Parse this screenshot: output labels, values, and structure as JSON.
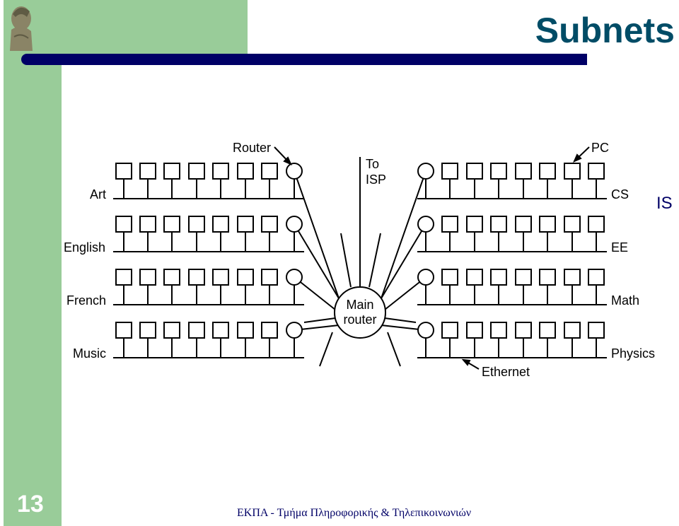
{
  "slide": {
    "title": "Subnets",
    "page_number": "13",
    "footer": "ΕΚΠΑ - Τμήμα Πληροφορικής & Τηλεπικοινωνιών",
    "cutoff_text": "IS",
    "accent_colors": {
      "sidebar": "#99cc99",
      "bar": "#000066",
      "title": "#004c66"
    }
  },
  "diagram": {
    "left_departments": [
      "Art",
      "English",
      "French",
      "Music"
    ],
    "right_departments": [
      "CS",
      "EE",
      "Math",
      "Physics"
    ],
    "labels": {
      "router": "Router",
      "pc": "PC",
      "to_isp_line1": "To",
      "to_isp_line2": "ISP",
      "main_router_line1": "Main",
      "main_router_line2": "router",
      "ethernet": "Ethernet"
    }
  }
}
